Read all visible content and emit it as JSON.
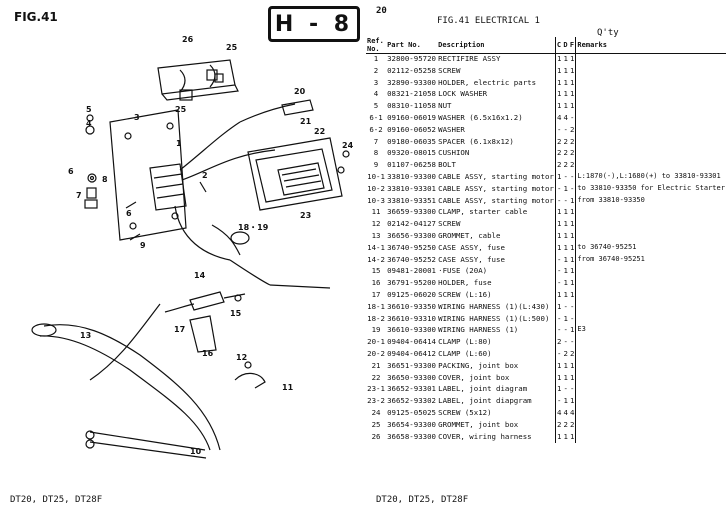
{
  "header": {
    "fig_left": "FIG.41",
    "section_badge": "H - 8",
    "page_number": "20",
    "table_title": "FIG.41  ELECTRICAL 1",
    "qty_label": "Q'ty"
  },
  "columns": {
    "ref": "Ref. No.",
    "part": "Part   No.",
    "desc": "Description",
    "c": "C",
    "d": "D",
    "f": "F",
    "remarks": "Remarks"
  },
  "rows": [
    {
      "ref": "1",
      "part": "32800-95720",
      "desc": "RECTIFIRE ASSY",
      "c": "1",
      "d": "1",
      "f": "1",
      "rem": ""
    },
    {
      "ref": "2",
      "part": "02112-05258",
      "desc": "SCREW",
      "c": "1",
      "d": "1",
      "f": "1",
      "rem": ""
    },
    {
      "ref": "3",
      "part": "32890-93300",
      "desc": "HOLDER, electric parts",
      "c": "1",
      "d": "1",
      "f": "1",
      "rem": ""
    },
    {
      "ref": "4",
      "part": "08321-21058",
      "desc": "LOCK WASHER",
      "c": "1",
      "d": "1",
      "f": "1",
      "rem": ""
    },
    {
      "ref": "5",
      "part": "08310-11058",
      "desc": "NUT",
      "c": "1",
      "d": "1",
      "f": "1",
      "rem": ""
    },
    {
      "ref": "6-1",
      "part": "09160-06019",
      "desc": "WASHER (6.5x16x1.2)",
      "c": "4",
      "d": "4",
      "f": "-",
      "rem": ""
    },
    {
      "ref": "6-2",
      "part": "09160-06052",
      "desc": "WASHER",
      "c": "-",
      "d": "-",
      "f": "2",
      "rem": ""
    },
    {
      "ref": "7",
      "part": "09180-06035",
      "desc": "SPACER (6.1x8x12)",
      "c": "2",
      "d": "2",
      "f": "2",
      "rem": ""
    },
    {
      "ref": "8",
      "part": "09320-08015",
      "desc": "CUSHION",
      "c": "2",
      "d": "2",
      "f": "2",
      "rem": ""
    },
    {
      "ref": "9",
      "part": "01107-06258",
      "desc": "BOLT",
      "c": "2",
      "d": "2",
      "f": "2",
      "rem": ""
    },
    {
      "ref": "10-1",
      "part": "33810-93300",
      "desc": "CABLE ASSY, starting motor",
      "c": "1",
      "d": "-",
      "f": "-",
      "rem": "L:1870(-),L:1680(+) to 33810-93301"
    },
    {
      "ref": "10-2",
      "part": "33810-93301",
      "desc": "CABLE ASSY, starting motor",
      "c": "-",
      "d": "1",
      "f": "-",
      "rem": "to 33810-93350 for Electric Starter"
    },
    {
      "ref": "10-3",
      "part": "33810-93351",
      "desc": "CABLE ASSY, starting motor",
      "c": "-",
      "d": "-",
      "f": "1",
      "rem": "from 33810-93350"
    },
    {
      "ref": "11",
      "part": "36659-93300",
      "desc": "CLAMP, starter cable",
      "c": "1",
      "d": "1",
      "f": "1",
      "rem": ""
    },
    {
      "ref": "12",
      "part": "02142-04127",
      "desc": "SCREW",
      "c": "1",
      "d": "1",
      "f": "1",
      "rem": ""
    },
    {
      "ref": "13",
      "part": "36656-93300",
      "desc": "GROMMET, cable",
      "c": "1",
      "d": "1",
      "f": "1",
      "rem": ""
    },
    {
      "ref": "14-1",
      "part": "36740-95250",
      "desc": "CASE ASSY, fuse",
      "c": "1",
      "d": "1",
      "f": "1",
      "rem": "to 36740-95251"
    },
    {
      "ref": "14-2",
      "part": "36740-95252",
      "desc": "CASE ASSY, fuse",
      "c": "-",
      "d": "1",
      "f": "1",
      "rem": "from 36740-95251"
    },
    {
      "ref": "15",
      "part": "09481-20001",
      "desc": "·FUSE (20A)",
      "c": "-",
      "d": "1",
      "f": "1",
      "rem": ""
    },
    {
      "ref": "16",
      "part": "36791-95200",
      "desc": "HOLDER, fuse",
      "c": "-",
      "d": "1",
      "f": "1",
      "rem": ""
    },
    {
      "ref": "17",
      "part": "09125-06020",
      "desc": "SCREW (L:16)",
      "c": "1",
      "d": "1",
      "f": "1",
      "rem": ""
    },
    {
      "ref": "18-1",
      "part": "36610-93350",
      "desc": "WIRING HARNESS (1)(L:430)",
      "c": "1",
      "d": "-",
      "f": "-",
      "rem": ""
    },
    {
      "ref": "18-2",
      "part": "36610-93310",
      "desc": "WIRING HARNESS (1)(L:500)",
      "c": "-",
      "d": "1",
      "f": "-",
      "rem": ""
    },
    {
      "ref": "19",
      "part": "36610-93300",
      "desc": "WIRING HARNESS (1)",
      "c": "-",
      "d": "-",
      "f": "1",
      "rem": "E3"
    },
    {
      "ref": "20-1",
      "part": "09404-06414",
      "desc": "CLAMP (L:80)",
      "c": "2",
      "d": "-",
      "f": "-",
      "rem": ""
    },
    {
      "ref": "20-2",
      "part": "09404-06412",
      "desc": "CLAMP (L:60)",
      "c": "-",
      "d": "2",
      "f": "2",
      "rem": ""
    },
    {
      "ref": "21",
      "part": "36651-93300",
      "desc": "PACKING, joint box",
      "c": "1",
      "d": "1",
      "f": "1",
      "rem": ""
    },
    {
      "ref": "22",
      "part": "36650-93300",
      "desc": "COVER, joint box",
      "c": "1",
      "d": "1",
      "f": "1",
      "rem": ""
    },
    {
      "ref": "23-1",
      "part": "36652-93301",
      "desc": "LABEL, joint diagram",
      "c": "1",
      "d": "-",
      "f": "-",
      "rem": ""
    },
    {
      "ref": "23-2",
      "part": "36652-93302",
      "desc": "LABEL, joint diapgram",
      "c": "-",
      "d": "1",
      "f": "1",
      "rem": ""
    },
    {
      "ref": "24",
      "part": "09125-05025",
      "desc": "SCREW (5x12)",
      "c": "4",
      "d": "4",
      "f": "4",
      "rem": ""
    },
    {
      "ref": "25",
      "part": "36654-93300",
      "desc": "GROMMET, joint box",
      "c": "2",
      "d": "2",
      "f": "2",
      "rem": ""
    },
    {
      "ref": "26",
      "part": "36658-93300",
      "desc": "COVER, wiring harness",
      "c": "1",
      "d": "1",
      "f": "1",
      "rem": ""
    }
  ],
  "callouts": [
    "1",
    "2",
    "3",
    "4",
    "5",
    "6",
    "7",
    "8",
    "9",
    "10",
    "11",
    "12",
    "13",
    "14",
    "15",
    "16",
    "17",
    "18・19",
    "20",
    "21",
    "22",
    "23",
    "24",
    "25",
    "26"
  ],
  "footer": {
    "left": "DT20, DT25, DT28F",
    "right": "DT20, DT25, DT28F"
  }
}
